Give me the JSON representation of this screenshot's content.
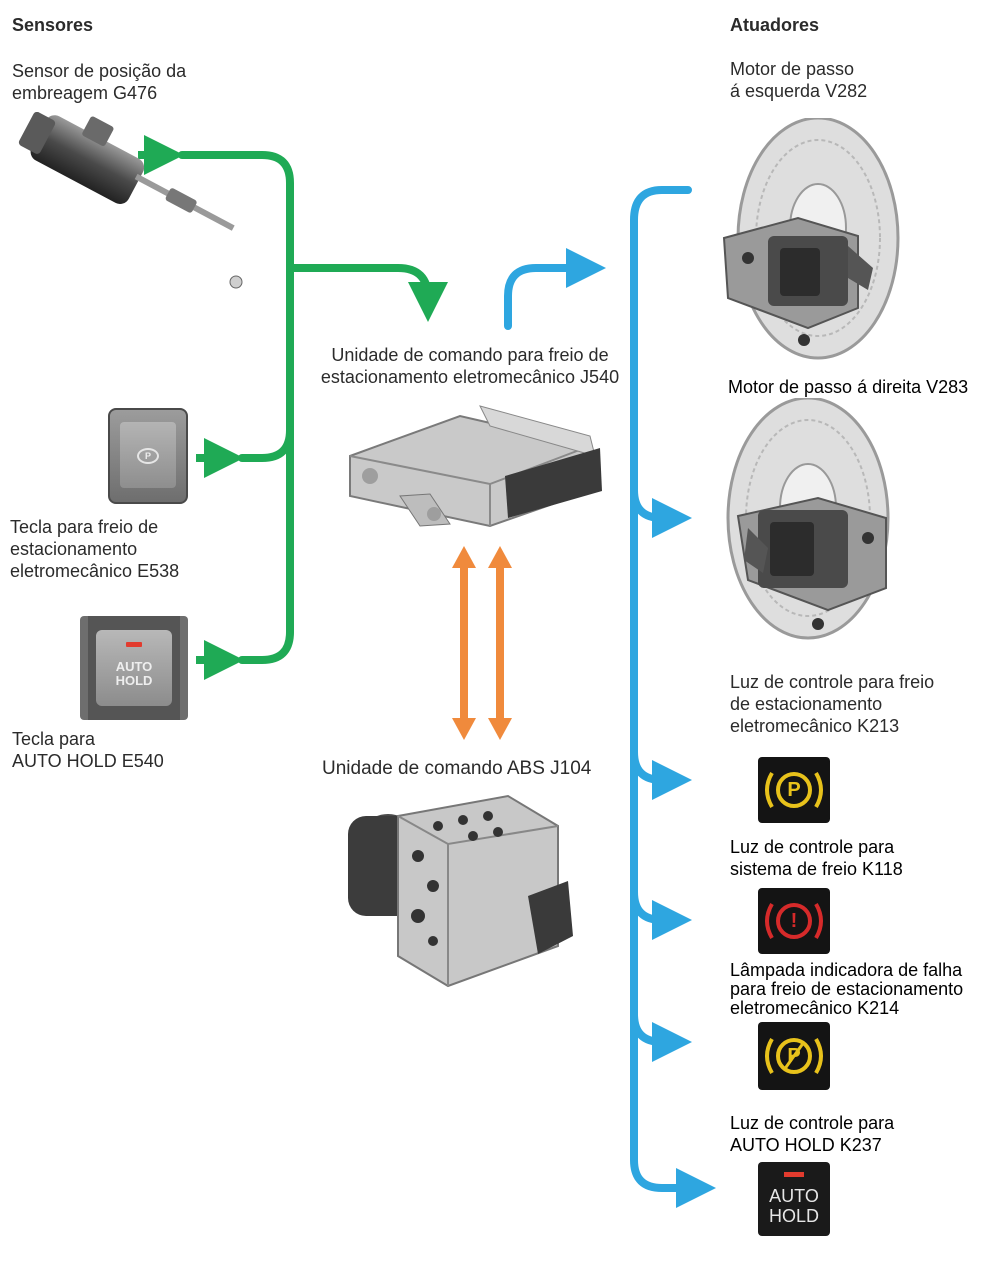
{
  "sensors": {
    "heading": "Sensores",
    "clutch_sensor": {
      "line1": "Sensor de posição da",
      "line2": "embreagem G476"
    },
    "brake_button": {
      "line1": "Tecla para freio de",
      "line2": "estacionamento",
      "line3": "eletromecânico E538"
    },
    "autohold_button": {
      "line1": "Tecla para",
      "line2": "AUTO HOLD E540",
      "key_line1": "AUTO",
      "key_line2": "HOLD"
    }
  },
  "center": {
    "j540": {
      "line1": "Unidade de comando para freio de",
      "line2": "estacionamento eletromecânico J540"
    },
    "abs": {
      "label": "Unidade de comando ABS J104"
    }
  },
  "actuators": {
    "heading": "Atuadores",
    "motor_left": {
      "line1": "Motor de passo",
      "line2": "á esquerda V282"
    },
    "motor_right": {
      "label": "Motor de passo á direita V283"
    },
    "k213": {
      "line1": "Luz de controle para freio",
      "line2": "de estacionamento",
      "line3": "eletromecânico K213",
      "symbol": "P"
    },
    "k118": {
      "line1": "Luz de controle para",
      "line2": "sistema de freio K118",
      "symbol": "!"
    },
    "k214": {
      "line1": "Lâmpada indicadora de falha",
      "line2": "para freio de estacionamento",
      "line3": "eletromecânico K214",
      "symbol": "P"
    },
    "k237": {
      "line1": "Luz de controle para",
      "line2": "AUTO HOLD K237",
      "key_line1": "AUTO",
      "key_line2": "HOLD"
    }
  },
  "colors": {
    "sensor_arrows": "#1faa55",
    "actuator_arrows": "#2ea6e0",
    "abs_arrows": "#f08a3c",
    "warn_yellow": "#e8c21b",
    "warn_red": "#d62a2a"
  }
}
